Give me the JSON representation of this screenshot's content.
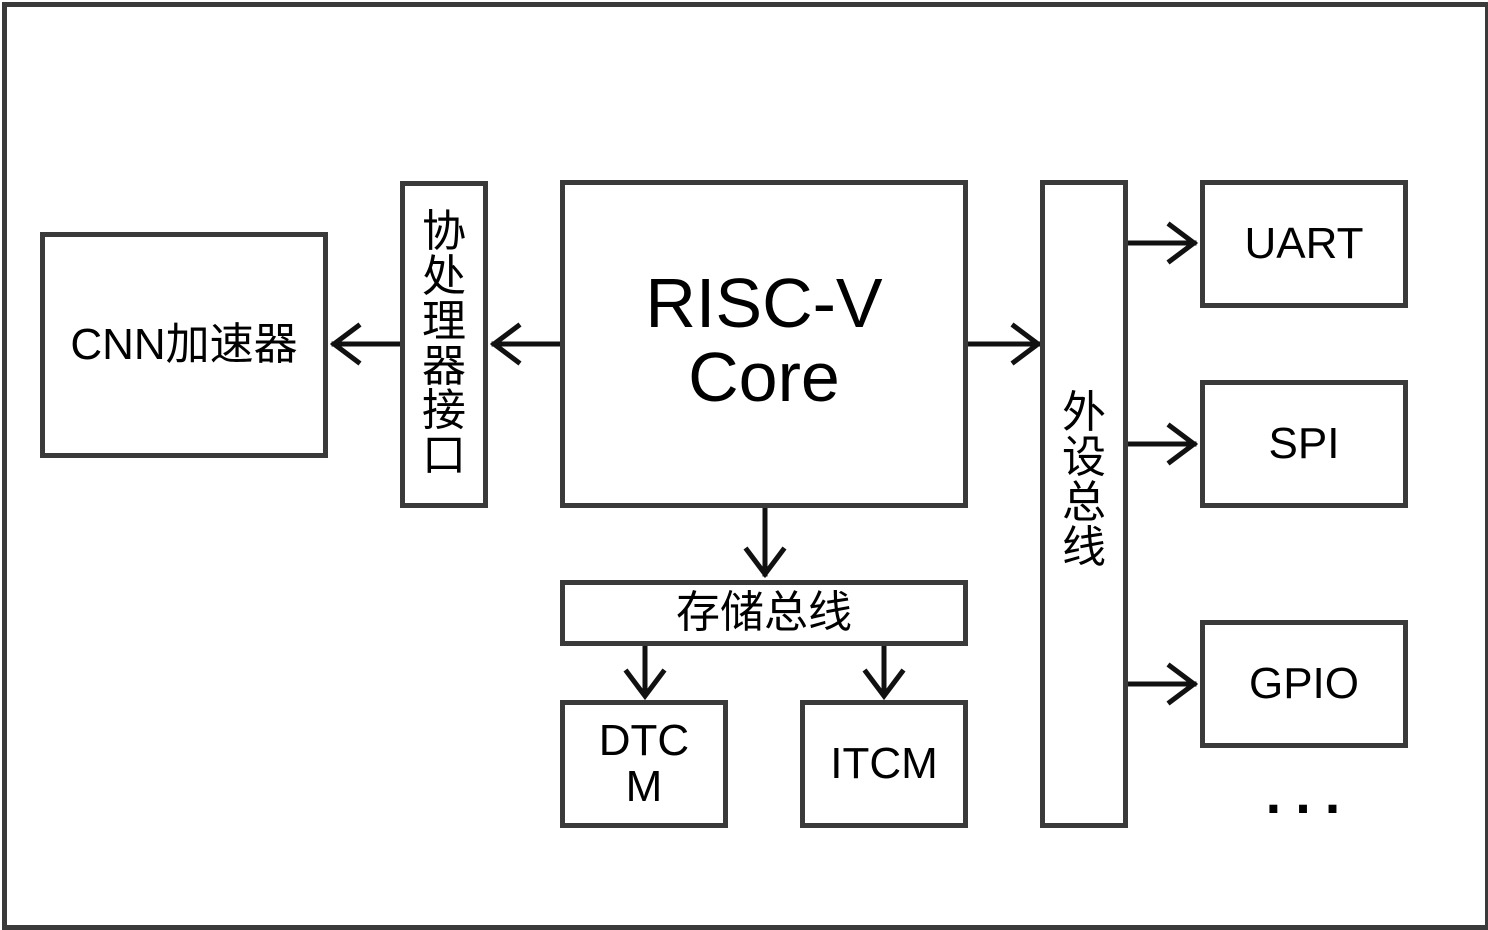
{
  "blocks": {
    "cnn": {
      "label": "CNN加速器"
    },
    "coproc": {
      "label": "协处理器接口"
    },
    "core": {
      "line1": "RISC-V",
      "line2": "Core"
    },
    "membus": {
      "label": "存储总线"
    },
    "dtcm": {
      "line1": "DTC",
      "line2": "M"
    },
    "itcm": {
      "label": "ITCM"
    },
    "periph": {
      "label": "外设总线"
    },
    "uart": {
      "label": "UART"
    },
    "spi": {
      "label": "SPI"
    },
    "gpio": {
      "label": "GPIO"
    },
    "more": {
      "label": "..."
    }
  },
  "colors": {
    "stroke": "#3a3a3a",
    "arrow": "#111111",
    "text": "#000000"
  }
}
